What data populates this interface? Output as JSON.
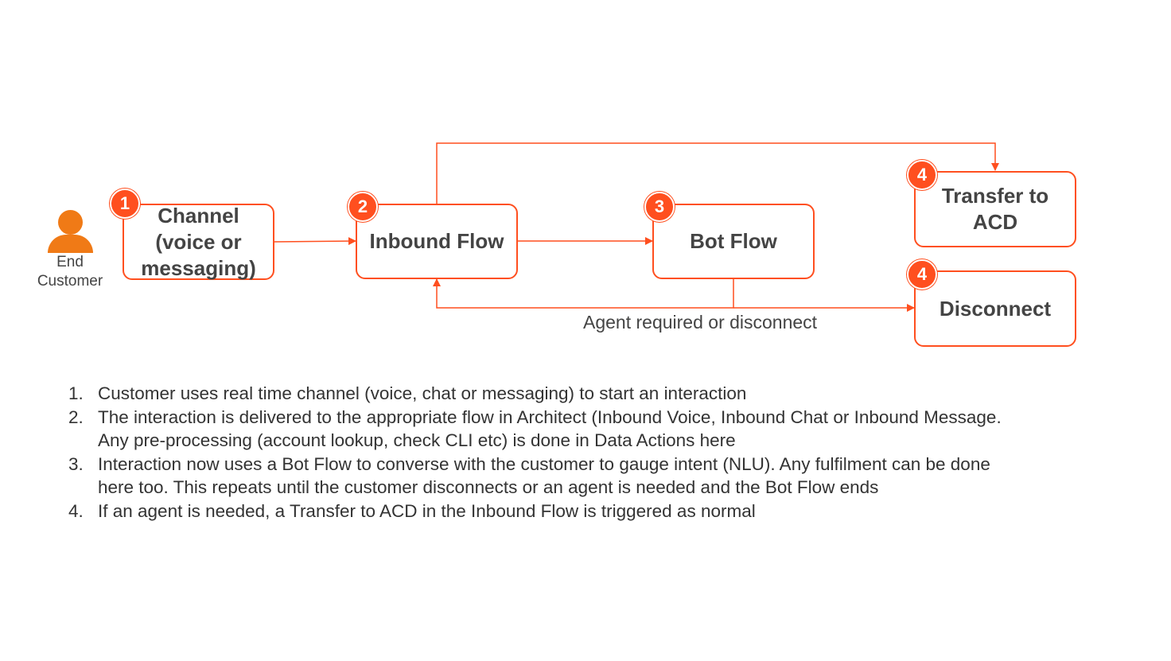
{
  "end_customer": {
    "icon": "person-icon",
    "label_line1": "End",
    "label_line2": "Customer"
  },
  "nodes": {
    "channel": {
      "badge": "1",
      "lines": [
        "Channel",
        "(voice or",
        "messaging)"
      ]
    },
    "inbound_flow": {
      "badge": "2",
      "label": "Inbound Flow"
    },
    "bot_flow": {
      "badge": "3",
      "label": "Bot Flow"
    },
    "transfer_acd": {
      "badge": "4",
      "lines": [
        "Transfer to",
        "ACD"
      ]
    },
    "disconnect": {
      "badge": "4",
      "label": "Disconnect"
    }
  },
  "edges": {
    "bot_return_label": "Agent required or disconnect"
  },
  "notes": [
    {
      "num": "1.",
      "lines": [
        "Customer uses  real time channel (voice, chat or messaging) to start an interaction"
      ]
    },
    {
      "num": "2.",
      "lines": [
        "The interaction is delivered to the appropriate flow in Architect (Inbound Voice, Inbound Chat or Inbound Message.",
        "Any pre-processing (account lookup, check CLI etc) is done in Data Actions here"
      ]
    },
    {
      "num": "3.",
      "lines": [
        "Interaction now uses a Bot Flow to converse with the customer to gauge intent (NLU). Any fulfilment can be done",
        "here too. This repeats until the customer disconnects or an agent is needed and the Bot Flow ends"
      ]
    },
    {
      "num": "4.",
      "lines": [
        "If an agent is needed, a Transfer to ACD in the Inbound Flow is triggered as normal"
      ]
    }
  ],
  "colors": {
    "accent": "#ff4f1f",
    "person": "#f07a16",
    "text": "#444444"
  }
}
